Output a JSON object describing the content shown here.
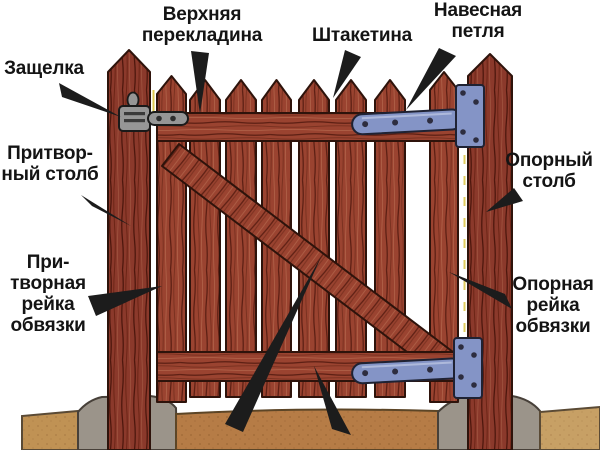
{
  "labels": {
    "top_crossbar": {
      "text": "Верхняя\nперекладина"
    },
    "picket": {
      "text": "Штакетина"
    },
    "hinge": {
      "text": "Навесная\nпетля"
    },
    "latch": {
      "text": "Защелка"
    },
    "latch_post": {
      "text": "Притвор-\nный столб"
    },
    "latch_rail": {
      "text": "При-\nтворная\nрейка\nобвязки"
    },
    "support_post": {
      "text": "Опорный\nстолб"
    },
    "support_rail": {
      "text": "Опорная\nрейка\nобвязки"
    }
  },
  "colors": {
    "background": "#ffffff",
    "wood": "#9a4330",
    "wood_dark": "#8b392b",
    "wood_grain": "#5e2014",
    "outline": "#2e130b",
    "hinge_metal": "#8494c6",
    "hinge_light": "#b3bede",
    "latch_metal": "#969696",
    "stone": "#9b948a",
    "soil_left": "#c09254",
    "soil_center": "#b67c46",
    "soil_right": "#c7a065",
    "gap_accent": "#ddc94f",
    "arrow": "#1c1c1c",
    "label_text": "#141414"
  }
}
